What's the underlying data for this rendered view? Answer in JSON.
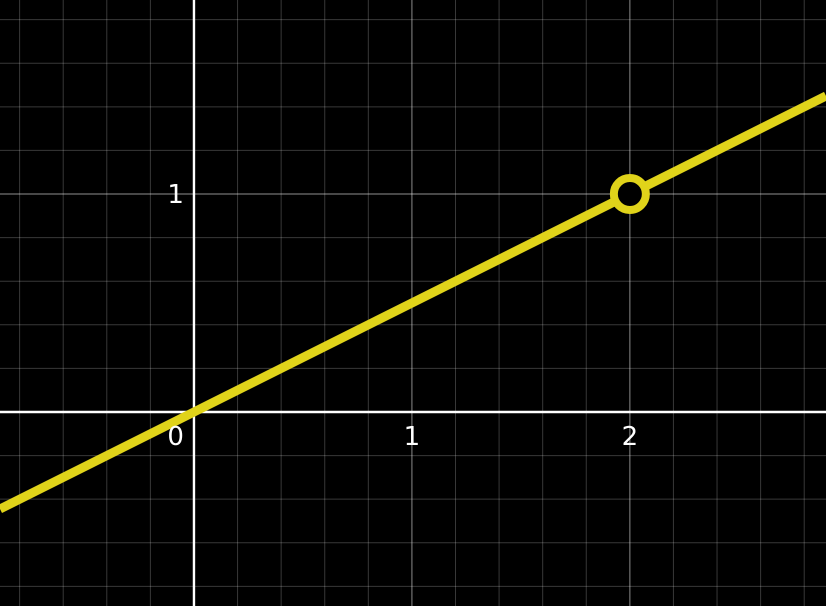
{
  "chart_data": {
    "type": "line",
    "title": "",
    "xlabel": "",
    "ylabel": "",
    "xlim": [
      -0.89,
      2.9
    ],
    "ylim": [
      -0.89,
      1.89
    ],
    "grid": true,
    "x_ticks": [
      {
        "value": 0,
        "label": "0"
      },
      {
        "value": 1,
        "label": "1"
      },
      {
        "value": 2,
        "label": "2"
      }
    ],
    "y_ticks": [
      {
        "value": 1,
        "label": "1"
      }
    ],
    "series": [
      {
        "x": [
          -0.89,
          2.9
        ],
        "y": [
          -0.445,
          1.45
        ],
        "color": "#e0d31a"
      }
    ],
    "open_points": [
      {
        "x": 2,
        "y": 1,
        "color": "#e0d31a"
      }
    ],
    "colors": {
      "background": "#000000",
      "line": "#e0d31a"
    }
  }
}
